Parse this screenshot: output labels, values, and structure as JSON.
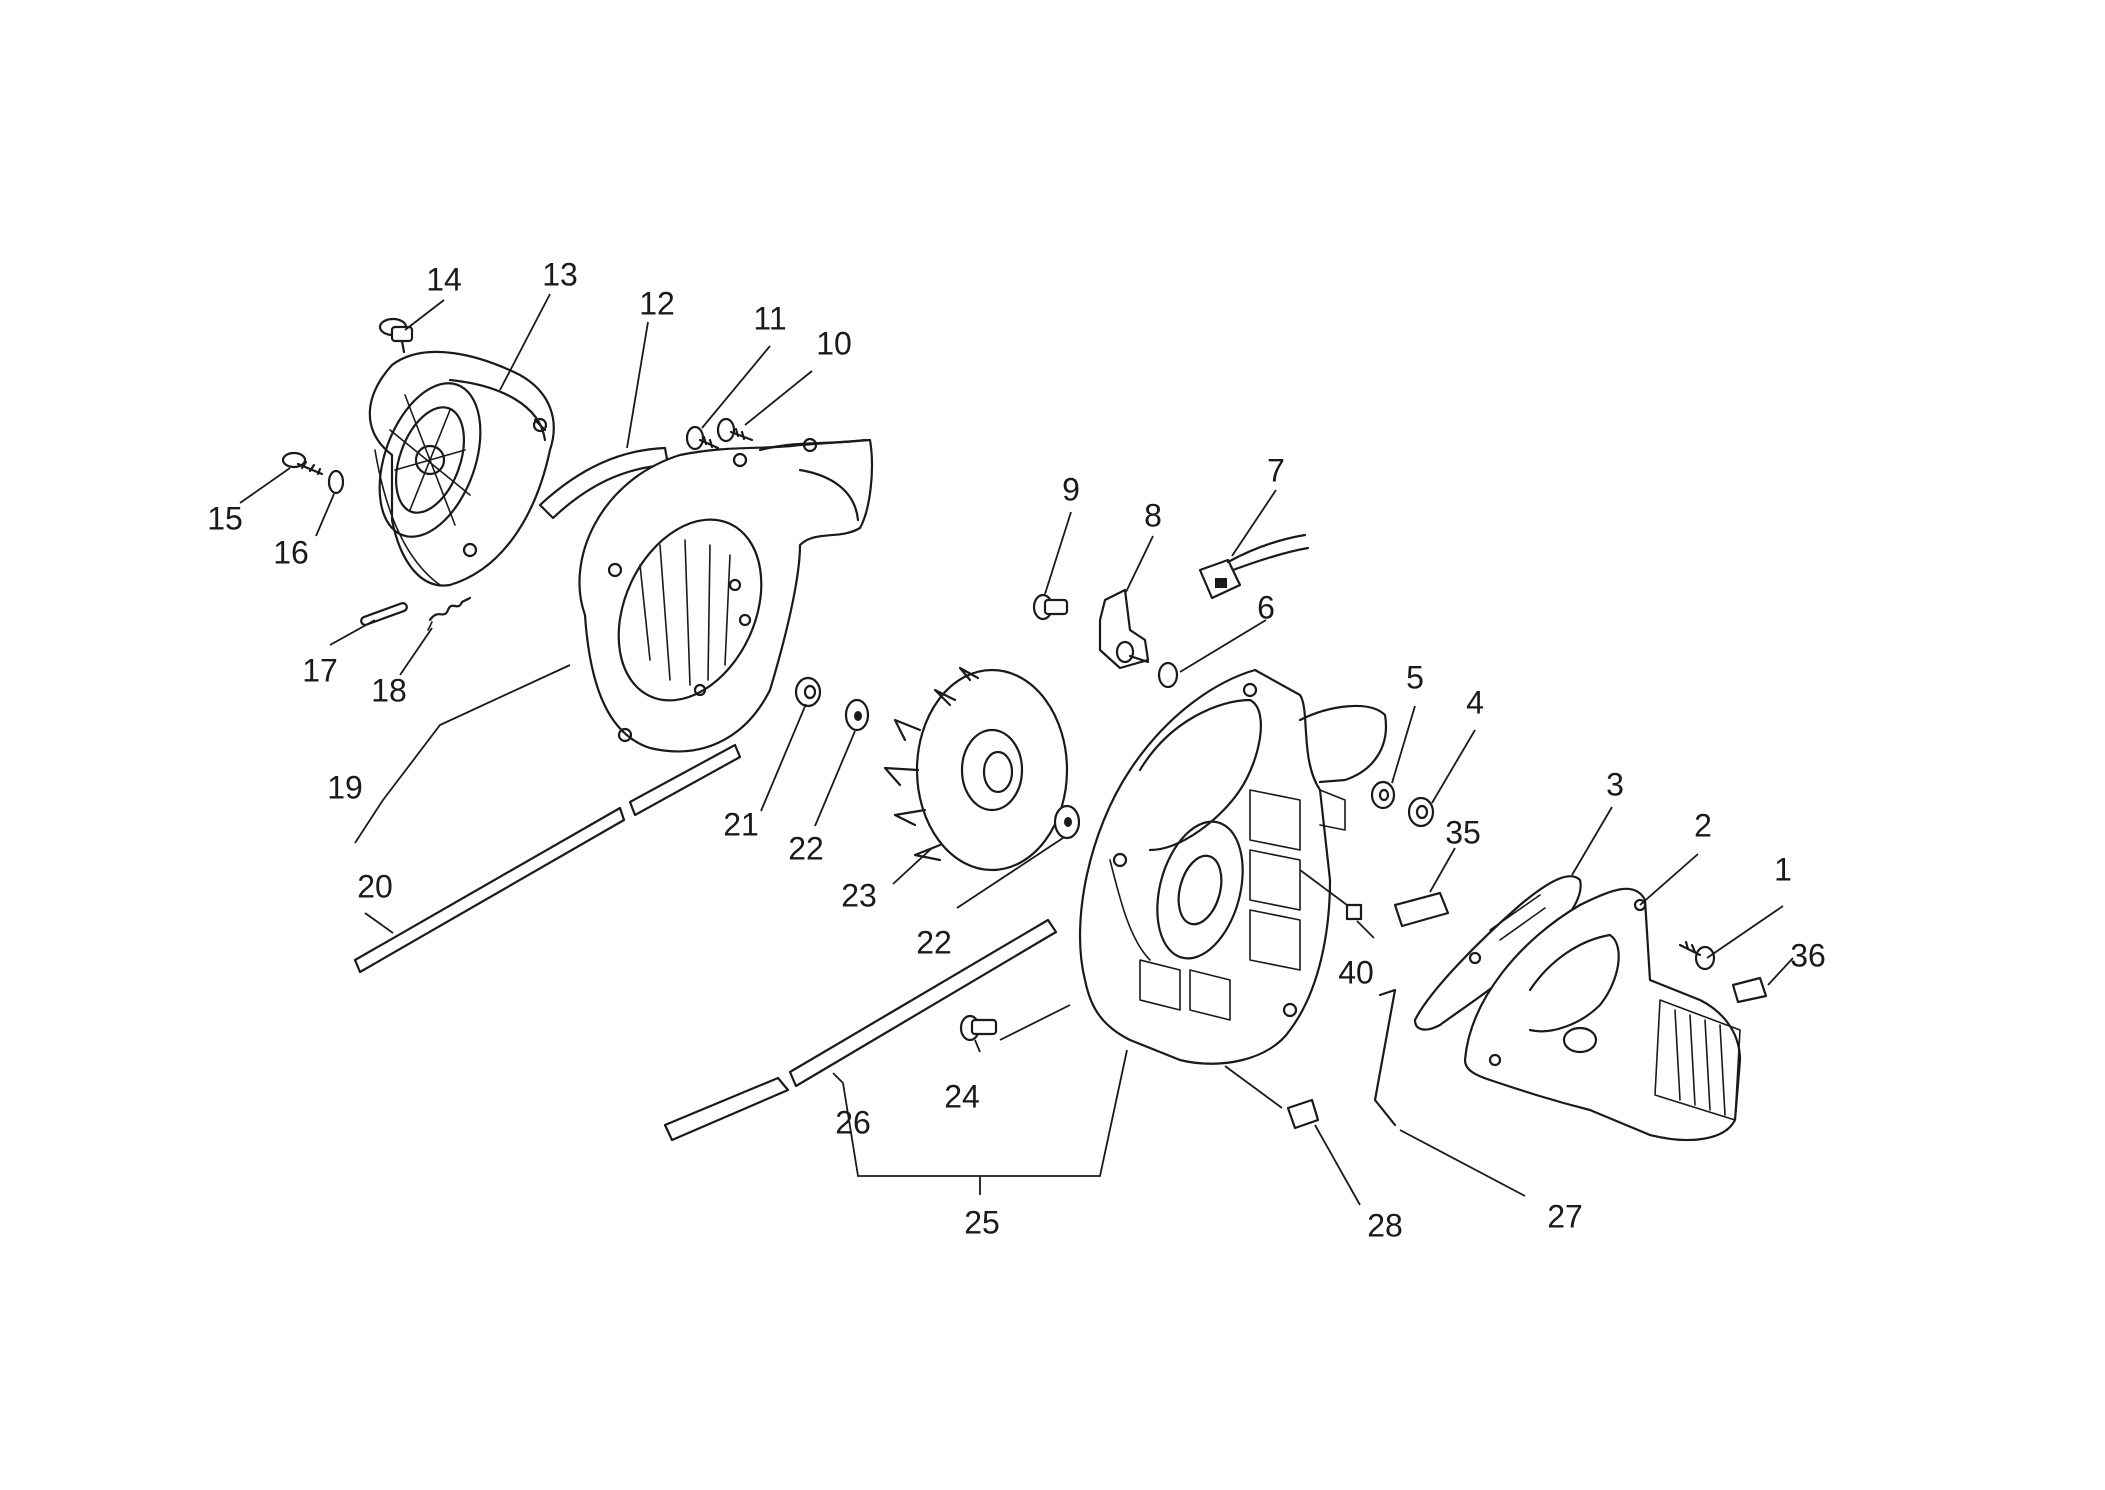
{
  "diagram": {
    "callouts": [
      {
        "key": "c1",
        "label": "1"
      },
      {
        "key": "c2",
        "label": "2"
      },
      {
        "key": "c3",
        "label": "3"
      },
      {
        "key": "c4",
        "label": "4"
      },
      {
        "key": "c5",
        "label": "5"
      },
      {
        "key": "c6",
        "label": "6"
      },
      {
        "key": "c7",
        "label": "7"
      },
      {
        "key": "c8",
        "label": "8"
      },
      {
        "key": "c9",
        "label": "9"
      },
      {
        "key": "c10",
        "label": "10"
      },
      {
        "key": "c11",
        "label": "11"
      },
      {
        "key": "c12",
        "label": "12"
      },
      {
        "key": "c13",
        "label": "13"
      },
      {
        "key": "c14",
        "label": "14"
      },
      {
        "key": "c15",
        "label": "15"
      },
      {
        "key": "c16",
        "label": "16"
      },
      {
        "key": "c17",
        "label": "17"
      },
      {
        "key": "c18",
        "label": "18"
      },
      {
        "key": "c19",
        "label": "19"
      },
      {
        "key": "c20",
        "label": "20"
      },
      {
        "key": "c21",
        "label": "21"
      },
      {
        "key": "c22a",
        "label": "22"
      },
      {
        "key": "c22b",
        "label": "22"
      },
      {
        "key": "c23",
        "label": "23"
      },
      {
        "key": "c24",
        "label": "24"
      },
      {
        "key": "c25",
        "label": "25"
      },
      {
        "key": "c26",
        "label": "26"
      },
      {
        "key": "c27",
        "label": "27"
      },
      {
        "key": "c28",
        "label": "28"
      },
      {
        "key": "c35",
        "label": "35"
      },
      {
        "key": "c36",
        "label": "36"
      },
      {
        "key": "c40",
        "label": "40"
      }
    ]
  }
}
